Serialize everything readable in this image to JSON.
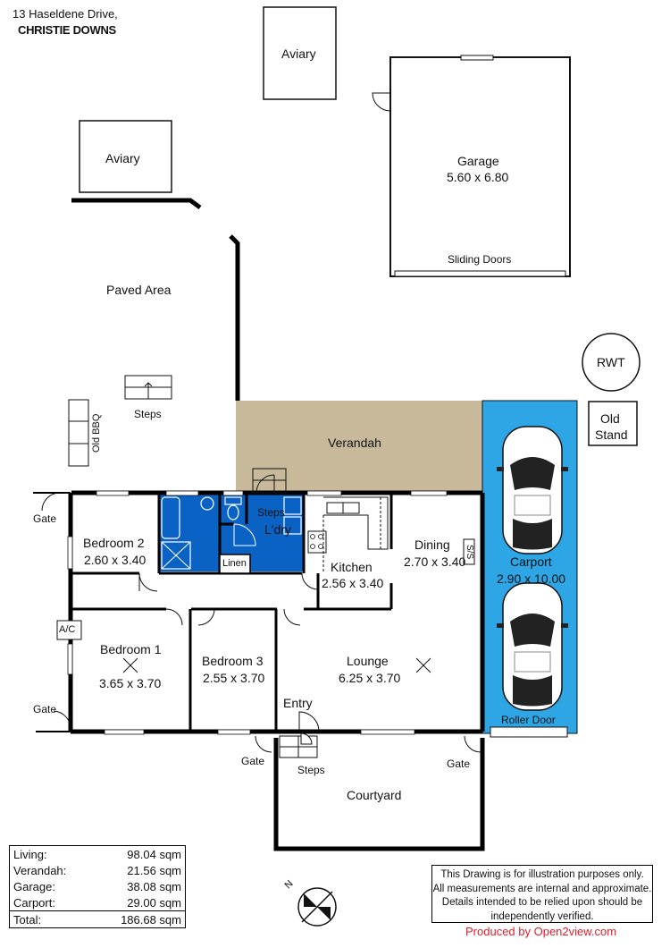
{
  "address": {
    "line1": "13 Haseldene Drive,",
    "line2": "CHRISTIE DOWNS"
  },
  "rooms": {
    "aviary_top": {
      "name": "Aviary"
    },
    "aviary_left": {
      "name": "Aviary"
    },
    "garage": {
      "name": "Garage",
      "size": "5.60 x 6.80"
    },
    "sliding_doors": "Sliding Doors",
    "paved_area": "Paved Area",
    "steps_paved": "Steps",
    "old_bbq": "Old BBQ",
    "rwt": "RWT",
    "old_stand": {
      "line1": "Old",
      "line2": "Stand"
    },
    "verandah": "Verandah",
    "bedroom2": {
      "name": "Bedroom 2",
      "size": "2.60 x 3.40"
    },
    "steps_ldry": "Steps",
    "ldry": "L'dry",
    "linen": "Linen",
    "kitchen": {
      "name": "Kitchen",
      "size": "2.56 x 3.40"
    },
    "dining": {
      "name": "Dining",
      "size": "2.70 x 3.40"
    },
    "ss": "S/S",
    "carport": {
      "name": "Carport",
      "size": "2.90 x 10.00"
    },
    "roller_door": "Roller Door",
    "ac": "A/C",
    "bedroom1": {
      "name": "Bedroom 1",
      "size": "3.65 x 3.70"
    },
    "bedroom3": {
      "name": "Bedroom 3",
      "size": "2.55 x 3.70"
    },
    "lounge": {
      "name": "Lounge",
      "size": "6.25 x 3.70"
    },
    "entry": "Entry",
    "steps_entry": "Steps",
    "courtyard": "Courtyard",
    "gate": "Gate"
  },
  "areas": [
    {
      "label": "Living:",
      "value": "98.04 sqm"
    },
    {
      "label": "Verandah:",
      "value": "21.56 sqm"
    },
    {
      "label": "Garage:",
      "value": "38.08 sqm"
    },
    {
      "label": "Carport:",
      "value": "29.00 sqm"
    },
    {
      "label": "Total:",
      "value": "186.68 sqm"
    }
  ],
  "compass": "N",
  "disclaimer": {
    "line1": "This Drawing is for illustration purposes only.",
    "line2": "All measurements are internal and  approximate.",
    "line3": "Details intended to be relied upon should be",
    "line4": "independently verified."
  },
  "credit": "Produced by Open2view.com",
  "colors": {
    "verandah": "#c8b99a",
    "wet_areas": "#0a62c4",
    "carport": "#2ea6e6",
    "walls": "#000000",
    "credit": "#e0202a"
  }
}
